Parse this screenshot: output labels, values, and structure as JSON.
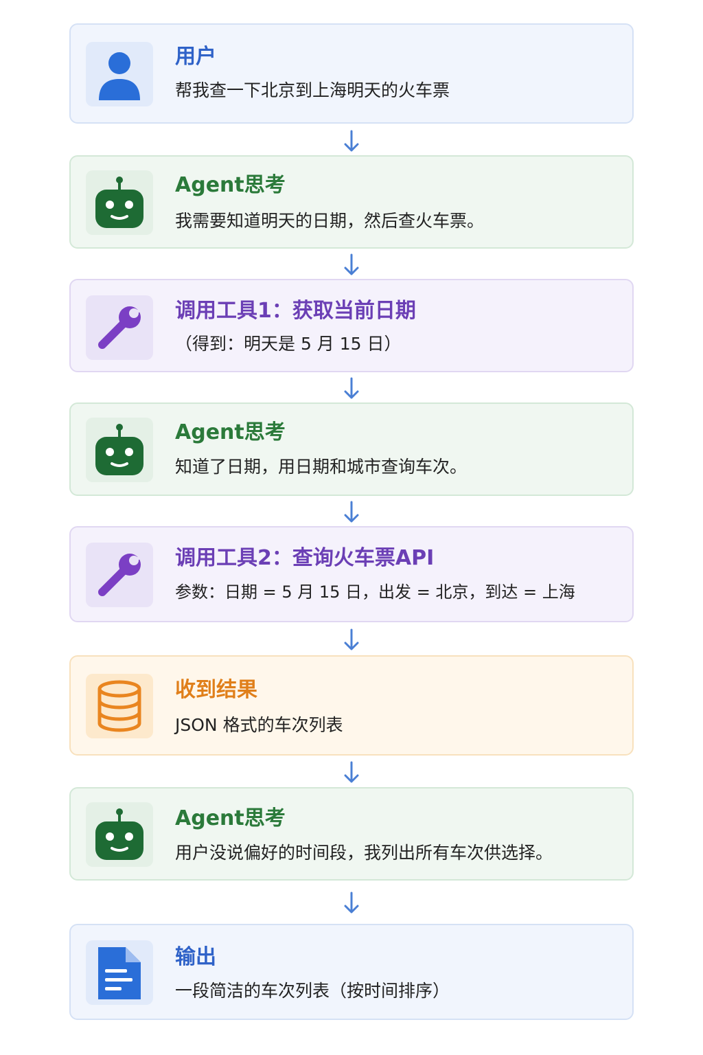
{
  "steps": [
    {
      "kind": "user",
      "icon": "user-icon",
      "title": "用户",
      "desc": "帮我查一下北京到上海明天的火车票"
    },
    {
      "kind": "think",
      "icon": "robot-icon",
      "title": "Agent思考",
      "desc": "我需要知道明天的日期，然后查火车票。"
    },
    {
      "kind": "tool",
      "icon": "wrench-icon",
      "title": "调用工具1：获取当前日期",
      "desc": "（得到：明天是 5 月 15 日）"
    },
    {
      "kind": "think",
      "icon": "robot-icon",
      "title": "Agent思考",
      "desc": "知道了日期，用日期和城市查询车次。"
    },
    {
      "kind": "tool",
      "icon": "wrench-icon",
      "title": "调用工具2：查询火车票API",
      "desc": "参数：日期 = 5 月 15 日，出发 = 北京，到达 = 上海"
    },
    {
      "kind": "result",
      "icon": "database-icon",
      "title": "收到结果",
      "desc": "JSON 格式的车次列表"
    },
    {
      "kind": "think",
      "icon": "robot-icon",
      "title": "Agent思考",
      "desc": "用户没说偏好的时间段，我列出所有车次供选择。"
    },
    {
      "kind": "output",
      "icon": "document-icon",
      "title": "输出",
      "desc": "一段简洁的车次列表（按时间排序）"
    }
  ],
  "colors": {
    "user": "#2f62c8",
    "think": "#2b7a3a",
    "tool": "#6b3fb5",
    "result": "#e07f1a",
    "output": "#2f62c8",
    "arrow": "#4a7fd4"
  }
}
